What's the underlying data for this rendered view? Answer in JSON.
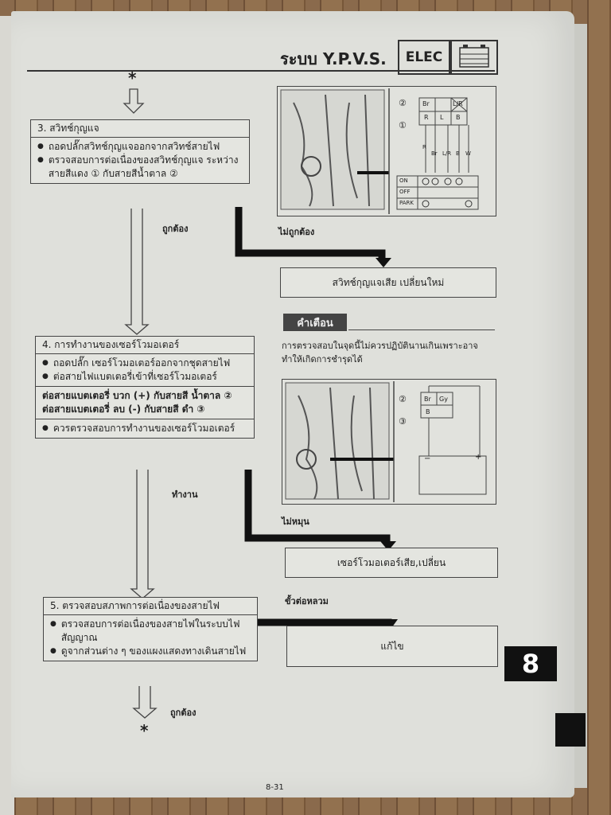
{
  "header": {
    "title": "ระบบ Y.P.V.S.",
    "section_badge": "ELEC",
    "section_icon": "battery-section-icon"
  },
  "steps": {
    "step3": {
      "title": "3. สวิทช์กุญแจ",
      "bullets": [
        "ถอดปลั๊กสวิทช์กุญแจออกจากสวิทช์สายไฟ",
        "ตรวจสอบการต่อเนื่องของสวิทช์กุญแจ ระหว่างสายสีแดง ① กับสายสีน้ำตาล ②"
      ]
    },
    "step4": {
      "title": "4. การทำงานของเซอร์โวมอเตอร์",
      "bullets": [
        "ถอดปลั๊ก เซอร์โวมอเตอร์ออกจากชุดสายไฟ",
        "ต่อสายไฟแบตเตอรี่เข้าที่เซอร์โวมอเตอร์"
      ],
      "connect_lines": [
        "ต่อสายแบตเตอรี่ บวก (+) กับสายสี น้ำตาล ②",
        "ต่อสายแบตเตอรี่ ลบ (-) กับสายสี ดำ ③"
      ],
      "check": "ควรตรวจสอบการทำงานของเซอร์โวมอเตอร์"
    },
    "step5": {
      "title": "5. ตรวจสอบสภาพการต่อเนื่องของสายไฟ",
      "bullets": [
        "ตรวจสอบการต่อเนื่องของสายไฟในระบบไฟ สัญญาณ",
        "ดูจากส่วนต่าง ๆ ของแผงแสดงทางเดินสายไฟ"
      ]
    }
  },
  "flow_labels": {
    "ok_1": "ถูกต้อง",
    "not_ok_1": "ไม่ถูกต้อง",
    "works": "ทำงาน",
    "not_turn": "ไม่หมุน",
    "poor_contact": "ขั้วต่อหลวม",
    "ok_2": "ถูกต้อง",
    "start_marker": "*",
    "end_marker": "*"
  },
  "results": {
    "replace_switch": "สวิทช์กุญแจเสีย เปลี่ยนใหม่",
    "replace_servo": "เซอร์โวมอเตอร์เสีย,เปลี่ยน",
    "fix": "แก้ไข"
  },
  "warning": {
    "title": "คำเตือน",
    "text": "การตรวจสอบในจุดนี้ไม่ควรปฏิบัตินานเกินเพราะอาจ ทำให้เกิดการชำรุดได้"
  },
  "diagram1": {
    "callouts": [
      "②",
      "①"
    ],
    "connector_top": [
      "Br",
      "L/R"
    ],
    "connector_bottom": [
      "R",
      "L",
      "B"
    ],
    "wire_labels": [
      "R",
      "Br",
      "L/R",
      "B",
      "W"
    ],
    "table_rows": [
      "ON",
      "OFF",
      "PARK"
    ]
  },
  "diagram2": {
    "callouts": [
      "②",
      "③"
    ],
    "connector": [
      "Br",
      "Gy",
      "B"
    ],
    "battery_terminals": [
      "−",
      "+"
    ]
  },
  "chapter_number": "8",
  "page_number": "8-31"
}
